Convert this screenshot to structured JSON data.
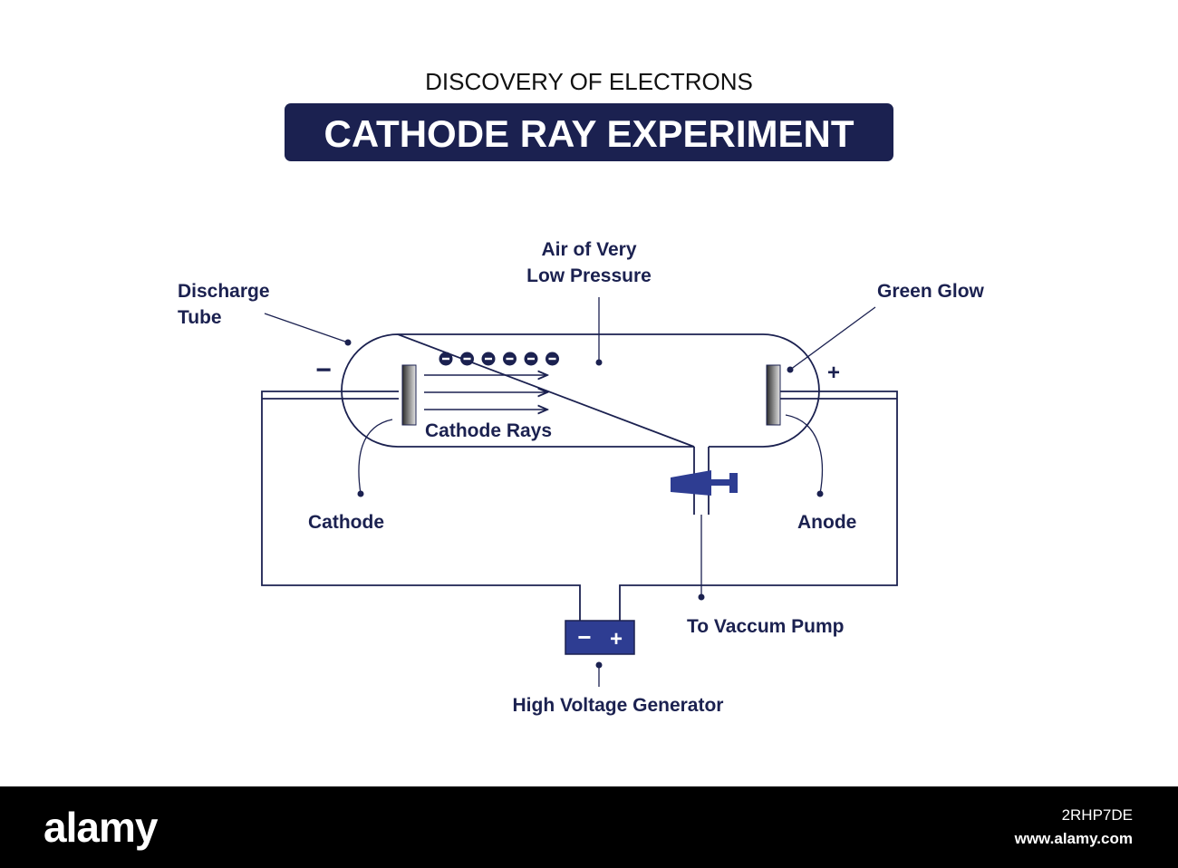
{
  "colors": {
    "navy": "#1b2150",
    "battery_blue": "#2e3d92",
    "line": "#1b2150",
    "background": "#ffffff",
    "footer": "#000000"
  },
  "header": {
    "subtitle": "DISCOVERY OF ELECTRONS",
    "title": "CATHODE RAY EXPERIMENT"
  },
  "labels": {
    "air_pressure_line1": "Air of Very",
    "air_pressure_line2": "Low Pressure",
    "discharge_tube_line1": "Discharge",
    "discharge_tube_line2": "Tube",
    "green_glow": "Green Glow",
    "cathode_rays": "Cathode Rays",
    "cathode": "Cathode",
    "anode": "Anode",
    "vacuum_pump": "To Vaccum Pump",
    "generator": "High Voltage Generator"
  },
  "signs": {
    "cathode_minus": "−",
    "anode_plus": "+",
    "battery_minus": "−",
    "battery_plus": "+",
    "electron": "−"
  },
  "icons": {
    "electron": "electron-icon",
    "battery": "battery-icon",
    "valve": "stopcock-valve-icon"
  },
  "electron_count": 6,
  "footer": {
    "logo": "alamy",
    "image_id": "2RHP7DE",
    "url": "www.alamy.com"
  }
}
